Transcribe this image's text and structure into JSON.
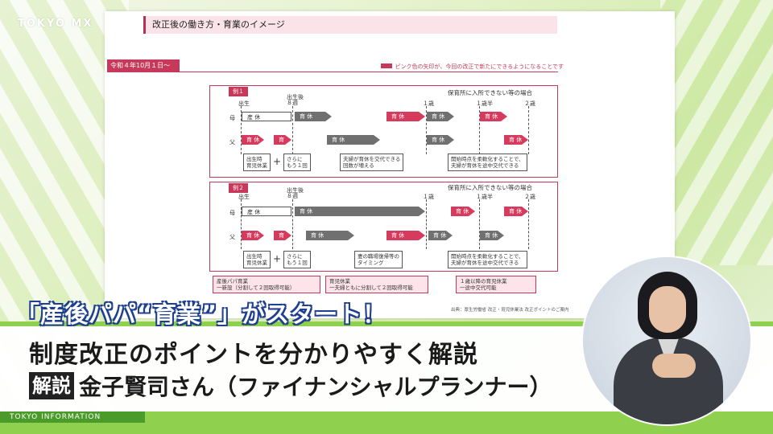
{
  "broadcaster": {
    "logo": "TOKYO MX"
  },
  "slide": {
    "title": "改正後の働き方・育業のイメージ",
    "date_tag": "令和４年10月１日〜",
    "legend": "ピンク色の矢印が、今回の改正で新たにできるようになることです",
    "example1": {
      "label": "例１",
      "mother": "母",
      "father": "父",
      "birth": "出生",
      "week8": "出生後\n８週",
      "age1": "１歳",
      "age15": "１歳半",
      "age2": "２歳",
      "nursery": "保育所に入所できない等の場合",
      "sankyu": "産 休",
      "ikukyu": "育 休",
      "note1": "出生時\n育児休業",
      "note2": "さらに\nもう１回",
      "note3": "夫婦が育休を交代できる\n回数が増える",
      "note4": "開始時点を柔軟化することで、\n夫婦が育休を途中交代できる"
    },
    "example2": {
      "label": "例２",
      "note3": "妻の職場復帰等の\nタイミング",
      "note4": "開始時点を柔軟化することで、\n夫婦が育休を途中交代できる"
    },
    "pink_notes": [
      "産後パパ育業\n一新設（分割して２回取得可能）",
      "育児休業\n一夫婦ともに分割して２回取得可能",
      "１歳以降の育児休業\n一途中交代可能"
    ],
    "source": "出典：厚生労働省 改正・育児休業法 改正ポイントのご案内"
  },
  "captions": {
    "top": "「産後パパ“育業”」がスタート！",
    "line1": "制度改正のポイントを分かりやすく解説",
    "badge": "解説",
    "name": "金子賢司さん（ファイナンシャルプランナー）"
  },
  "footer": {
    "label": "TOKYO INFORMATION"
  },
  "colors": {
    "accent_pink": "#c6395a",
    "band_green": "#8fd14f",
    "caption_outline": "#1f3f8f"
  }
}
